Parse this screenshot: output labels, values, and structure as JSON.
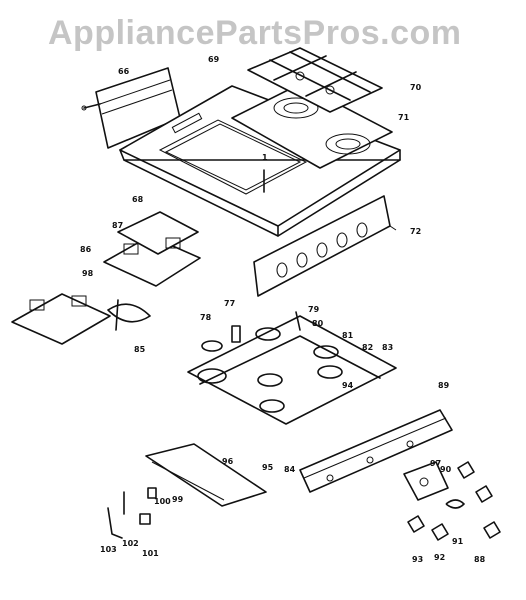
{
  "watermark": "AppliancePartsPros.com",
  "colors": {
    "ink": "#111111",
    "paper": "#ffffff",
    "watermark": "#969696"
  },
  "callouts": [
    "66",
    "69",
    "70",
    "71",
    "72",
    "1",
    "68",
    "87",
    "86",
    "85",
    "77",
    "78",
    "79",
    "80",
    "81",
    "82",
    "83",
    "84",
    "88",
    "89",
    "90",
    "91",
    "92",
    "93",
    "94",
    "95",
    "96",
    "97",
    "98",
    "99",
    "100",
    "101",
    "102",
    "103"
  ]
}
